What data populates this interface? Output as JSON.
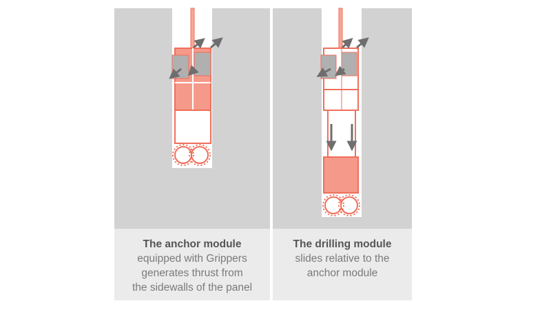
{
  "captions": {
    "anchor": {
      "title": "The anchor module",
      "lines": [
        "equipped with Grippers",
        "generates thrust from",
        "the sidewalls of the panel"
      ]
    },
    "drilling": {
      "title": "The drilling module",
      "lines": [
        "slides relative to the",
        "anchor module"
      ]
    }
  },
  "colors": {
    "panel_gray": "#d2d2d2",
    "caption_gray": "#ebebeb",
    "accent_red": "#f06e5a",
    "fill_salmon": "#f59a8a",
    "gripper_gray": "#b0b0b0",
    "arrow_gray": "#6e6e6e"
  }
}
